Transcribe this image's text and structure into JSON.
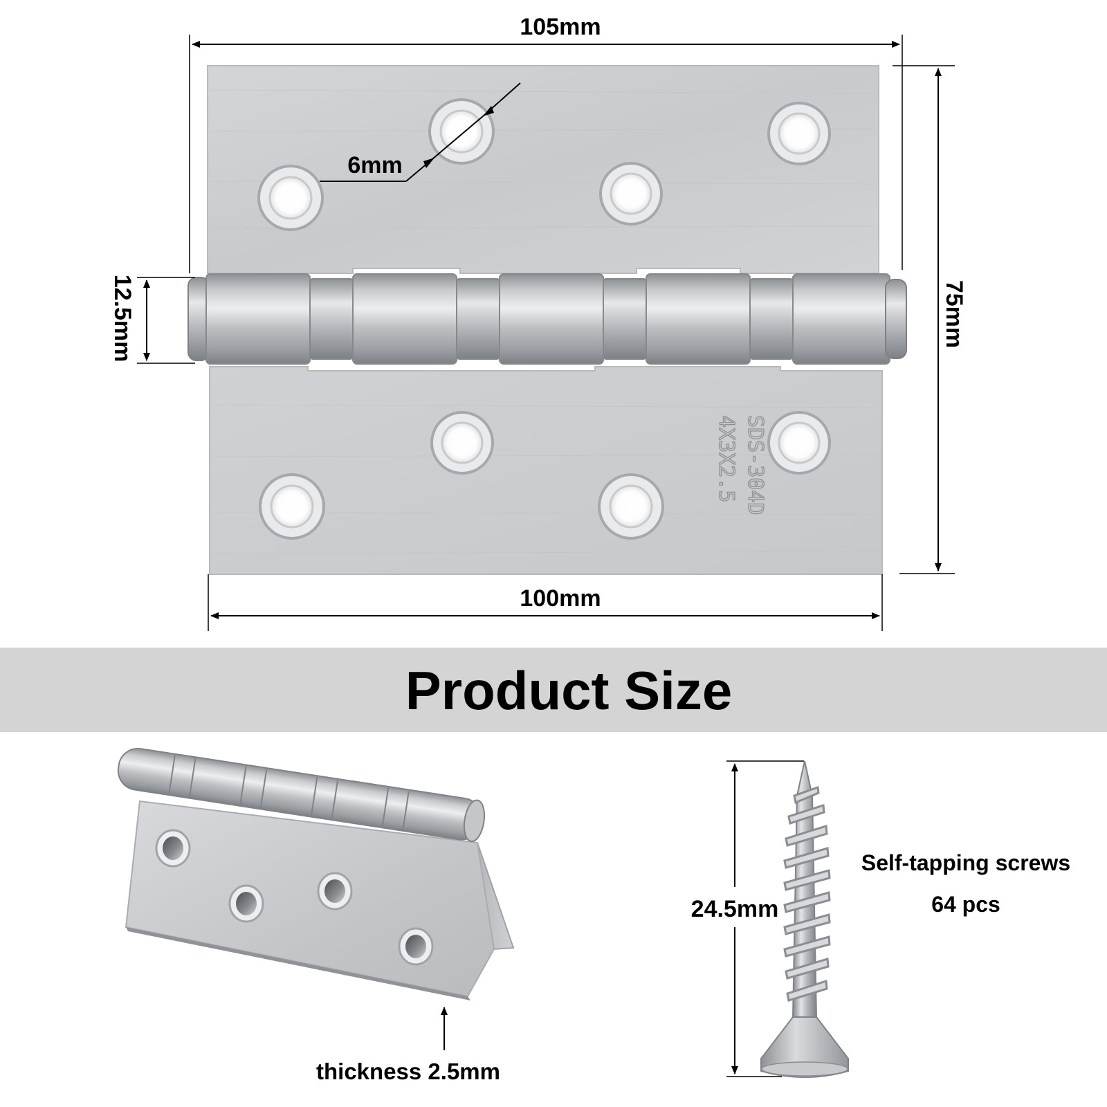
{
  "dimensions": {
    "top_width": "105mm",
    "bottom_width": "100mm",
    "height": "75mm",
    "knuckle_diameter": "12.5mm",
    "hole_diameter": "6mm",
    "thickness": "thickness 2.5mm",
    "screw_length": "24.5mm"
  },
  "engraving": {
    "line1": "4X3X2.5",
    "line2": "SDS-304D"
  },
  "banner": {
    "title": "Product Size"
  },
  "screws": {
    "type": "Self-tapping screws",
    "count": "64 pcs"
  },
  "colors": {
    "banner_bg": "#d4d4d4",
    "steel": "#c9cbce",
    "steel_dark": "#9fa2a6",
    "text": "#000000"
  }
}
